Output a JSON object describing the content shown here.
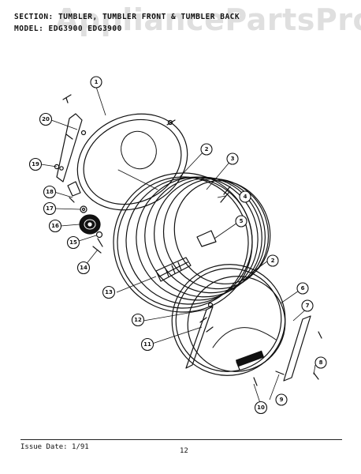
{
  "header": {
    "section_line": "SECTION: TUMBLER, TUMBLER FRONT & TUMBLER BACK",
    "model_line": "MODEL: EDG3900 EDG3900"
  },
  "watermark": "AppliancePartsPros.com",
  "callouts": [
    {
      "label": "1"
    },
    {
      "label": "2"
    },
    {
      "label": "3"
    },
    {
      "label": "4"
    },
    {
      "label": "5"
    },
    {
      "label": "2"
    },
    {
      "label": "6"
    },
    {
      "label": "7"
    },
    {
      "label": "8"
    },
    {
      "label": "9"
    },
    {
      "label": "10"
    },
    {
      "label": "11"
    },
    {
      "label": "12"
    },
    {
      "label": "13"
    },
    {
      "label": "14"
    },
    {
      "label": "15"
    },
    {
      "label": "16"
    },
    {
      "label": "17"
    },
    {
      "label": "18"
    },
    {
      "label": "19"
    },
    {
      "label": "20"
    }
  ],
  "footer": {
    "issue_date": "Issue Date: 1/91",
    "page_number": "12"
  }
}
